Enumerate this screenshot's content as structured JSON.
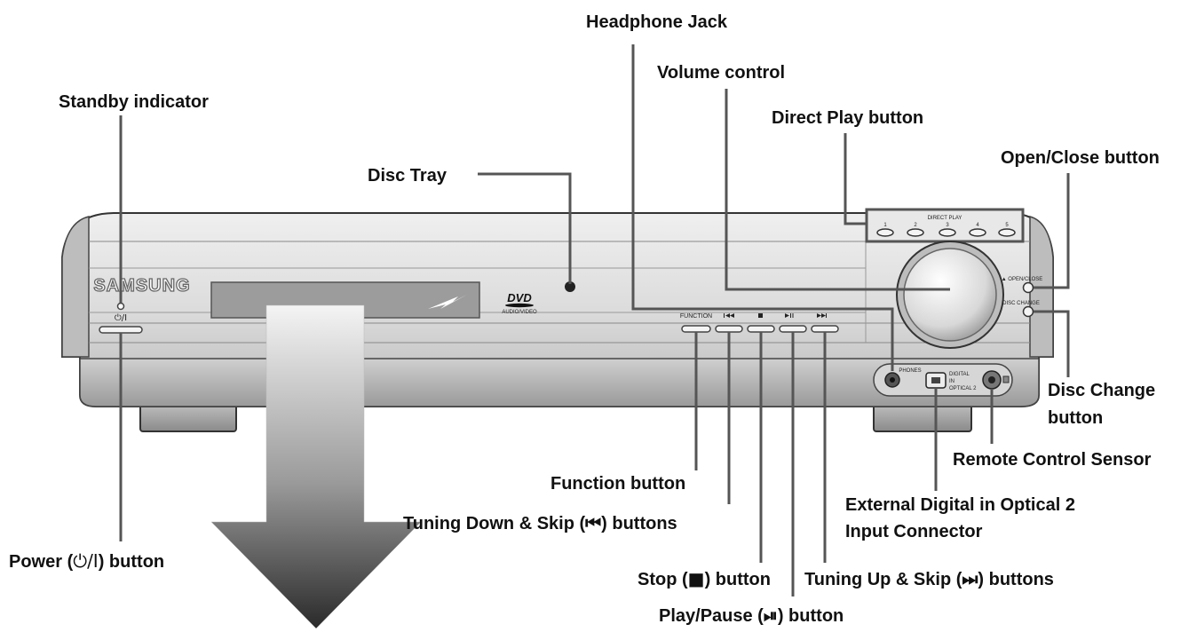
{
  "labels": {
    "headphone_jack": "Headphone Jack",
    "volume_control": "Volume control",
    "standby_indicator": "Standby indicator",
    "direct_play_button": "Direct Play button",
    "open_close_button": "Open/Close button",
    "disc_tray": "Disc Tray",
    "disc_change_line1": "Disc Change",
    "disc_change_line2": "button",
    "remote_sensor": "Remote Control Sensor",
    "function_button": "Function button",
    "external_digital_line1": "External Digital in Optical 2",
    "external_digital_line2": "Input Connector",
    "power_pre": "Power (",
    "power_post": ") button",
    "tuning_down_pre": "Tuning Down & Skip (",
    "tuning_down_post": ") buttons",
    "stop_pre": "Stop (",
    "stop_post": ") button",
    "tuning_up_pre": "Tuning Up & Skip (",
    "tuning_up_post": ") buttons",
    "play_pause_pre": "Play/Pause (",
    "play_pause_post": ") button"
  },
  "panel_print": {
    "brand": "SAMSUNG",
    "power_mark": "⏻/I",
    "dvd_logo": "DVD",
    "dvd_sub": "AUDIO/VIDEO",
    "function": "FUNCTION",
    "direct_play": "DIRECT PLAY",
    "direct_numbers": [
      "1",
      "2",
      "3",
      "4",
      "5"
    ],
    "open_close": "▲ OPEN/CLOSE",
    "disc_change": "DISC CHANGE",
    "phones": "PHONES",
    "digital_in_1": "DIGITAL",
    "digital_in_2": "IN",
    "digital_in_3": "OPTICAL 2"
  },
  "colors": {
    "body_light": "#e6e6e6",
    "body_mid": "#c9c9c9",
    "body_dark": "#8a8a8a",
    "display": "#9c9c9c",
    "leader": "#555555",
    "arrow_top": "#f2f2f2",
    "arrow_bottom": "#2a2a2a"
  }
}
